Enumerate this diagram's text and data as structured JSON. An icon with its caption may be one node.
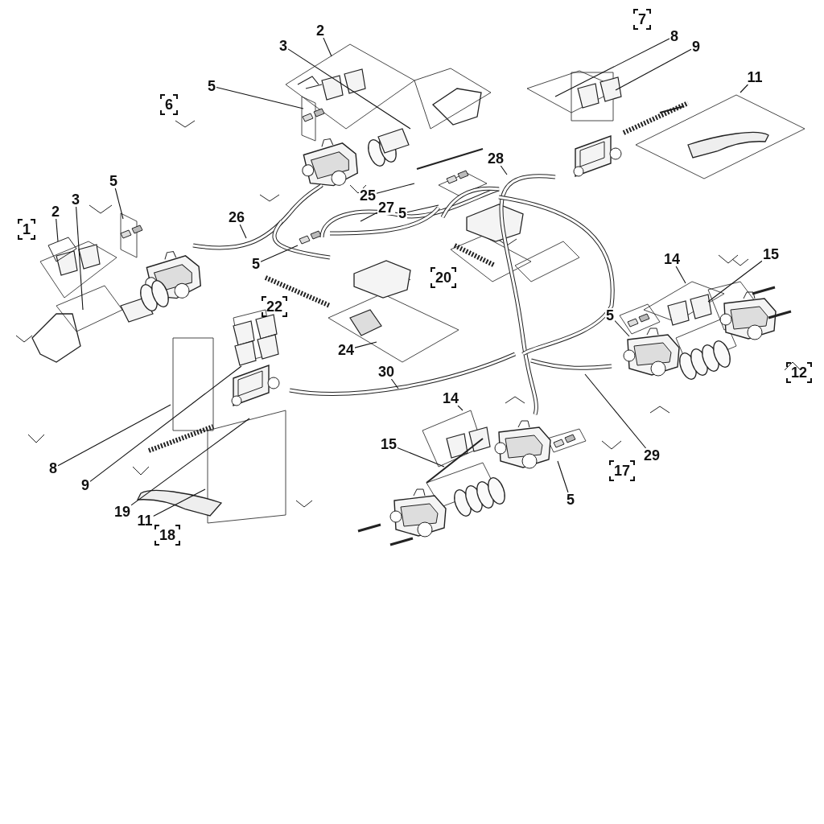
{
  "diagram": {
    "nodes": [
      {
        "text": [
          "2"
        ]
      },
      {
        "text": [
          "3"
        ]
      },
      {
        "text": [
          "5"
        ]
      },
      {
        "text": [
          "5"
        ]
      },
      {
        "text": [
          "2"
        ]
      },
      {
        "text": [
          "3"
        ]
      },
      {
        "text": [
          "26"
        ]
      },
      {
        "text": [
          "25"
        ]
      },
      {
        "text": [
          "27"
        ]
      },
      {
        "text": [
          "5"
        ]
      },
      {
        "text": [
          "28"
        ]
      },
      {
        "text": [
          "8"
        ]
      },
      {
        "text": [
          "9"
        ]
      },
      {
        "text": [
          "11"
        ]
      },
      {
        "text": [
          "5"
        ]
      },
      {
        "text": [
          "24"
        ]
      },
      {
        "text": [
          "30"
        ]
      },
      {
        "text": [
          "14"
        ]
      },
      {
        "text": [
          "15"
        ]
      },
      {
        "text": [
          "5"
        ]
      },
      {
        "text": [
          "29"
        ]
      },
      {
        "text": [
          "14"
        ]
      },
      {
        "text": [
          "15"
        ]
      },
      {
        "text": [
          "5"
        ]
      },
      {
        "text": [
          "8"
        ]
      },
      {
        "text": [
          "9"
        ]
      },
      {
        "text": [
          "19"
        ]
      },
      {
        "text": [
          "11"
        ]
      }
    ],
    "edges": [
      {
        "from": 0,
        "to": null,
        "arrow": "none"
      },
      {
        "from": 1,
        "to": null,
        "arrow": "none"
      },
      {
        "from": 2,
        "to": null,
        "arrow": "none"
      },
      {
        "from": 3,
        "to": null,
        "arrow": "none"
      },
      {
        "from": 4,
        "to": null,
        "arrow": "none"
      },
      {
        "from": 5,
        "to": null,
        "arrow": "none"
      },
      {
        "from": 6,
        "to": null,
        "arrow": "none"
      },
      {
        "from": 7,
        "to": null,
        "arrow": "none"
      },
      {
        "from": 8,
        "to": null,
        "arrow": "none"
      },
      {
        "from": 9,
        "to": null,
        "arrow": "none"
      },
      {
        "from": 10,
        "to": null,
        "arrow": "none"
      },
      {
        "from": 11,
        "to": null,
        "arrow": "none"
      },
      {
        "from": 12,
        "to": null,
        "arrow": "none"
      },
      {
        "from": 13,
        "to": null,
        "arrow": "none"
      },
      {
        "from": 14,
        "to": null,
        "arrow": "none"
      },
      {
        "from": 15,
        "to": null,
        "arrow": "none"
      },
      {
        "from": 16,
        "to": null,
        "arrow": "none"
      },
      {
        "from": 17,
        "to": null,
        "arrow": "none"
      },
      {
        "from": 18,
        "to": null,
        "arrow": "none"
      },
      {
        "from": 19,
        "to": null,
        "arrow": "none"
      },
      {
        "from": 20,
        "to": null,
        "arrow": "none"
      },
      {
        "from": 21,
        "to": null,
        "arrow": "none"
      },
      {
        "from": 22,
        "to": null,
        "arrow": "none"
      },
      {
        "from": 23,
        "to": null,
        "arrow": "none"
      },
      {
        "from": 24,
        "to": null,
        "arrow": "none"
      },
      {
        "from": 25,
        "to": null,
        "arrow": "none"
      },
      {
        "from": 26,
        "to": null,
        "arrow": "none"
      },
      {
        "from": 27,
        "to": null,
        "arrow": "none"
      }
    ],
    "labels": [
      "7",
      "6",
      "1",
      "20",
      "22",
      "12",
      "17",
      "18"
    ]
  }
}
